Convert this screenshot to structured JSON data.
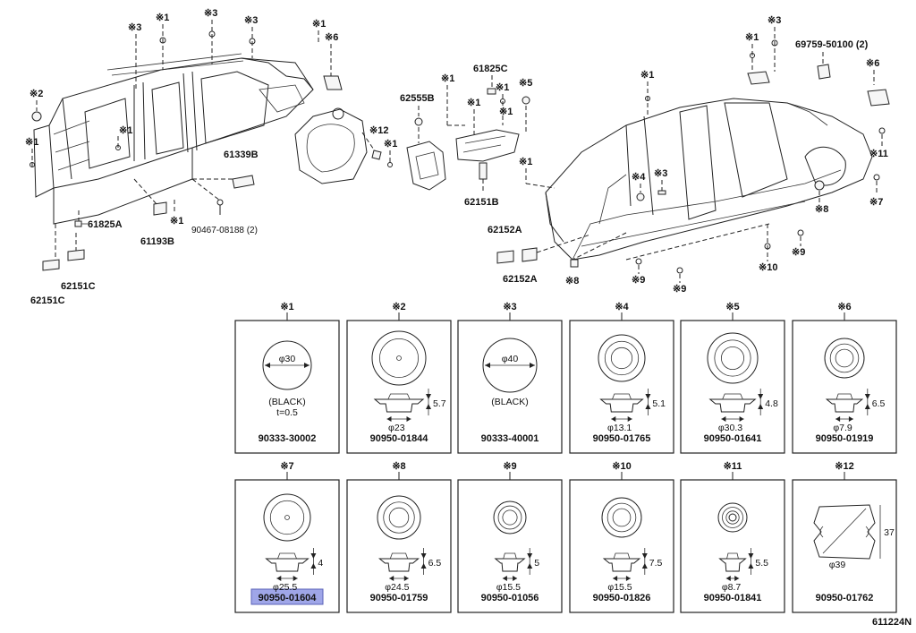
{
  "diagram_code": "611224N",
  "callouts": {
    "c_left_top_3a": "※3",
    "c_left_top_1a": "※1",
    "c_left_top_3b": "※3",
    "c_left_top_3c": "※3",
    "c_left_top_1b": "※1",
    "c_left_top_6": "※6",
    "c_left_2": "※2",
    "c_left_1a": "※1",
    "c_left_1b": "※1",
    "c_left_1c": "※1",
    "c_left_12": "※12",
    "c_left_1d": "※1",
    "c_mid_1a": "※1",
    "c_mid_1b": "※1",
    "c_mid_1c": "※1",
    "c_mid_5": "※5",
    "c_mid_1d": "※1",
    "c_right_3a": "※3",
    "c_right_1a": "※1",
    "c_right_6": "※6",
    "c_right_1b": "※1",
    "c_right_1c": "※1",
    "c_right_4": "※4",
    "c_right_3b": "※3",
    "c_right_11": "※11",
    "c_right_8a": "※8",
    "c_right_7": "※7",
    "c_right_9a": "※9",
    "c_right_10": "※10",
    "c_right_9b": "※9",
    "c_right_9c": "※9",
    "c_right_8b": "※8"
  },
  "part_labels": {
    "p_61339B": "61339B",
    "p_61825A": "61825A",
    "p_61193B": "61193B",
    "p_90467": "90467-08188 (2)",
    "p_62151C_a": "62151C",
    "p_62151C_b": "62151C",
    "p_62555B": "62555B",
    "p_61825C": "61825C",
    "p_62151B": "62151B",
    "p_62152A_a": "62152A",
    "p_62152A_b": "62152A",
    "p_69759": "69759-50100 (2)"
  },
  "detail_boxes": [
    {
      "num": "※1",
      "part": "90333-30002",
      "notes": [
        "φ30",
        "(BLACK)",
        "t=0.5"
      ]
    },
    {
      "num": "※2",
      "part": "90950-01844",
      "notes": [
        "5.7",
        "φ23"
      ]
    },
    {
      "num": "※3",
      "part": "90333-40001",
      "notes": [
        "φ40",
        "(BLACK)"
      ]
    },
    {
      "num": "※4",
      "part": "90950-01765",
      "notes": [
        "5.1",
        "φ13.1"
      ]
    },
    {
      "num": "※5",
      "part": "90950-01641",
      "notes": [
        "4.8",
        "φ30.3"
      ]
    },
    {
      "num": "※6",
      "part": "90950-01919",
      "notes": [
        "6.5",
        "φ7.9"
      ]
    },
    {
      "num": "※7",
      "part": "90950-01604",
      "notes": [
        "4",
        "φ25.5"
      ],
      "highlight": true
    },
    {
      "num": "※8",
      "part": "90950-01759",
      "notes": [
        "6.5",
        "φ24.5"
      ]
    },
    {
      "num": "※9",
      "part": "90950-01056",
      "notes": [
        "5",
        "φ15.5"
      ]
    },
    {
      "num": "※10",
      "part": "90950-01826",
      "notes": [
        "7.5",
        "φ15.5"
      ]
    },
    {
      "num": "※11",
      "part": "90950-01841",
      "notes": [
        "5.5",
        "φ8.7"
      ]
    },
    {
      "num": "※12",
      "part": "90950-01762",
      "notes": [
        "37",
        "φ39"
      ]
    }
  ],
  "colors": {
    "highlight": "#9fa6e8",
    "line": "#222222"
  }
}
